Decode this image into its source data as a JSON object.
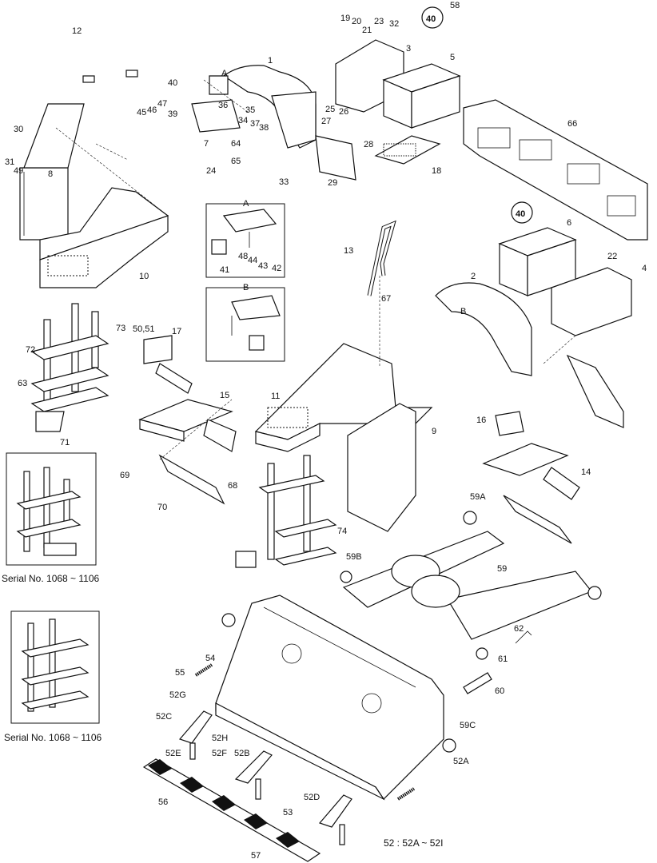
{
  "callouts": [
    {
      "id": "c1",
      "text": "1"
    },
    {
      "id": "c2",
      "text": "2"
    },
    {
      "id": "c3",
      "text": "3"
    },
    {
      "id": "c4",
      "text": "4"
    },
    {
      "id": "c5",
      "text": "5"
    },
    {
      "id": "c6",
      "text": "6"
    },
    {
      "id": "c7",
      "text": "7"
    },
    {
      "id": "c8",
      "text": "8"
    },
    {
      "id": "c9",
      "text": "9"
    },
    {
      "id": "c10",
      "text": "10"
    },
    {
      "id": "c11",
      "text": "11"
    },
    {
      "id": "c12",
      "text": "12"
    },
    {
      "id": "c13",
      "text": "13"
    },
    {
      "id": "c14",
      "text": "14"
    },
    {
      "id": "c15",
      "text": "15"
    },
    {
      "id": "c16",
      "text": "16"
    },
    {
      "id": "c17",
      "text": "17"
    },
    {
      "id": "c18",
      "text": "18"
    },
    {
      "id": "c19",
      "text": "19"
    },
    {
      "id": "c20",
      "text": "20"
    },
    {
      "id": "c21",
      "text": "21"
    },
    {
      "id": "c22",
      "text": "22"
    },
    {
      "id": "c23",
      "text": "23"
    },
    {
      "id": "c24",
      "text": "24"
    },
    {
      "id": "c25",
      "text": "25"
    },
    {
      "id": "c26",
      "text": "26"
    },
    {
      "id": "c27",
      "text": "27"
    },
    {
      "id": "c28",
      "text": "28"
    },
    {
      "id": "c29",
      "text": "29"
    },
    {
      "id": "c30",
      "text": "30"
    },
    {
      "id": "c31",
      "text": "31"
    },
    {
      "id": "c32",
      "text": "32"
    },
    {
      "id": "c33",
      "text": "33"
    },
    {
      "id": "c34",
      "text": "34"
    },
    {
      "id": "c35",
      "text": "35"
    },
    {
      "id": "c36",
      "text": "36"
    },
    {
      "id": "c37",
      "text": "37"
    },
    {
      "id": "c38",
      "text": "38"
    },
    {
      "id": "c39",
      "text": "39"
    },
    {
      "id": "c40",
      "text": "40"
    },
    {
      "id": "c41",
      "text": "41"
    },
    {
      "id": "c42",
      "text": "42"
    },
    {
      "id": "c43",
      "text": "43"
    },
    {
      "id": "c44",
      "text": "44"
    },
    {
      "id": "c45",
      "text": "45"
    },
    {
      "id": "c46",
      "text": "46"
    },
    {
      "id": "c47",
      "text": "47"
    },
    {
      "id": "c48",
      "text": "48"
    },
    {
      "id": "c49",
      "text": "49"
    },
    {
      "id": "c5051",
      "text": "50,51"
    },
    {
      "id": "c52A",
      "text": "52A"
    },
    {
      "id": "c52B",
      "text": "52B"
    },
    {
      "id": "c52C",
      "text": "52C"
    },
    {
      "id": "c52D",
      "text": "52D"
    },
    {
      "id": "c52E",
      "text": "52E"
    },
    {
      "id": "c52F",
      "text": "52F"
    },
    {
      "id": "c52G",
      "text": "52G"
    },
    {
      "id": "c52H",
      "text": "52H"
    },
    {
      "id": "c53",
      "text": "53"
    },
    {
      "id": "c54",
      "text": "54"
    },
    {
      "id": "c55",
      "text": "55"
    },
    {
      "id": "c56",
      "text": "56"
    },
    {
      "id": "c57",
      "text": "57"
    },
    {
      "id": "c58",
      "text": "58"
    },
    {
      "id": "c59",
      "text": "59"
    },
    {
      "id": "c59A",
      "text": "59A"
    },
    {
      "id": "c59B",
      "text": "59B"
    },
    {
      "id": "c59C",
      "text": "59C"
    },
    {
      "id": "c60",
      "text": "60"
    },
    {
      "id": "c61",
      "text": "61"
    },
    {
      "id": "c62",
      "text": "62"
    },
    {
      "id": "c63",
      "text": "63"
    },
    {
      "id": "c64",
      "text": "64"
    },
    {
      "id": "c65",
      "text": "65"
    },
    {
      "id": "c66",
      "text": "66"
    },
    {
      "id": "c67",
      "text": "67"
    },
    {
      "id": "c68",
      "text": "68"
    },
    {
      "id": "c69",
      "text": "69"
    },
    {
      "id": "c70",
      "text": "70"
    },
    {
      "id": "c71",
      "text": "71"
    },
    {
      "id": "c72",
      "text": "72"
    },
    {
      "id": "c73",
      "text": "73"
    },
    {
      "id": "c74",
      "text": "74"
    },
    {
      "id": "cA",
      "text": "A"
    },
    {
      "id": "cB",
      "text": "B"
    }
  ],
  "badge_text": "40",
  "inset_labels": {
    "a": "A",
    "b": "B"
  },
  "serial_note_1": "Serial No. 1068 ~ 1106",
  "serial_note_2": "Serial No. 1068 ~ 1106",
  "range_note": "52 : 52A ~ 52I"
}
